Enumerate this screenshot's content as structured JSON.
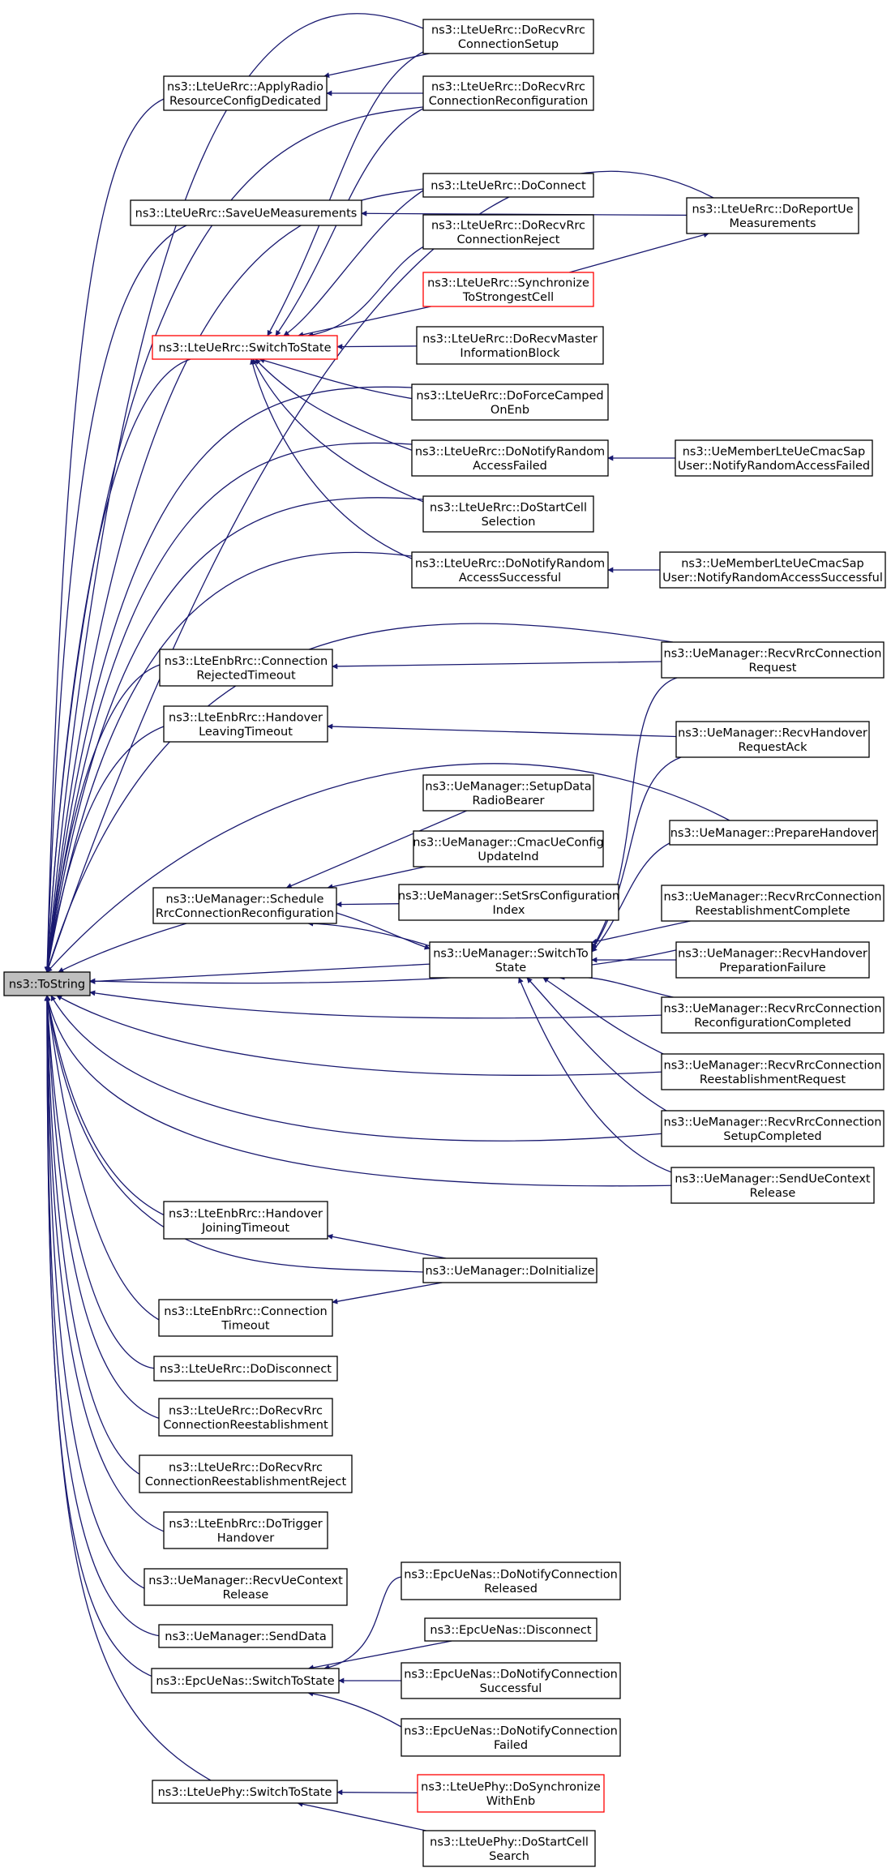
{
  "colors": {
    "edge": "#191970",
    "node_border": "#000000",
    "highlight_border": "#ff0000",
    "root_fill": "#bfbfbf",
    "node_fill": "#ffffff",
    "background": "#ffffff"
  },
  "nodes": [
    {
      "id": "tostring",
      "lines": [
        "ns3::ToString"
      ],
      "root": true
    },
    {
      "id": "setup",
      "lines": [
        "ns3::LteUeRrc::DoRecvRrc",
        "ConnectionSetup"
      ]
    },
    {
      "id": "applyradio",
      "lines": [
        "ns3::LteUeRrc::ApplyRadio",
        "ResourceConfigDedicated"
      ]
    },
    {
      "id": "reconfig",
      "lines": [
        "ns3::LteUeRrc::DoRecvRrc",
        "ConnectionReconfiguration"
      ]
    },
    {
      "id": "saveue",
      "lines": [
        "ns3::LteUeRrc::SaveUeMeasurements"
      ]
    },
    {
      "id": "doconnect",
      "lines": [
        "ns3::LteUeRrc::DoConnect"
      ]
    },
    {
      "id": "reportue",
      "lines": [
        "ns3::LteUeRrc::DoReportUe",
        "Measurements"
      ]
    },
    {
      "id": "reject",
      "lines": [
        "ns3::LteUeRrc::DoRecvRrc",
        "ConnectionReject"
      ]
    },
    {
      "id": "synchronize",
      "lines": [
        "ns3::LteUeRrc::Synchronize",
        "ToStrongestCell"
      ],
      "highlight": true
    },
    {
      "id": "ueswitch",
      "lines": [
        "ns3::LteUeRrc::SwitchToState"
      ],
      "highlight": true
    },
    {
      "id": "mib",
      "lines": [
        "ns3::LteUeRrc::DoRecvMaster",
        "InformationBlock"
      ]
    },
    {
      "id": "forcecamped",
      "lines": [
        "ns3::LteUeRrc::DoForceCamped",
        "OnEnb"
      ]
    },
    {
      "id": "rafailed",
      "lines": [
        "ns3::LteUeRrc::DoNotifyRandom",
        "AccessFailed"
      ]
    },
    {
      "id": "cmacfailed",
      "lines": [
        "ns3::UeMemberLteUeCmacSap",
        "User::NotifyRandomAccessFailed"
      ]
    },
    {
      "id": "startcell",
      "lines": [
        "ns3::LteUeRrc::DoStartCell",
        "Selection"
      ]
    },
    {
      "id": "rasuccess",
      "lines": [
        "ns3::LteUeRrc::DoNotifyRandom",
        "AccessSuccessful"
      ]
    },
    {
      "id": "cmacsuccess",
      "lines": [
        "ns3::UeMemberLteUeCmacSap",
        "User::NotifyRandomAccessSuccessful"
      ]
    },
    {
      "id": "rejtimeout",
      "lines": [
        "ns3::LteEnbRrc::Connection",
        "RejectedTimeout"
      ]
    },
    {
      "id": "recvrrcreq",
      "lines": [
        "ns3::UeManager::RecvRrcConnection",
        "Request"
      ]
    },
    {
      "id": "leavingtimeout",
      "lines": [
        "ns3::LteEnbRrc::Handover",
        "LeavingTimeout"
      ]
    },
    {
      "id": "hoack",
      "lines": [
        "ns3::UeManager::RecvHandover",
        "RequestAck"
      ]
    },
    {
      "id": "setupdrb",
      "lines": [
        "ns3::UeManager::SetupData",
        "RadioBearer"
      ]
    },
    {
      "id": "preparehandover",
      "lines": [
        "ns3::UeManager::PrepareHandover"
      ]
    },
    {
      "id": "cmacconfig",
      "lines": [
        "ns3::UeManager::CmacUeConfig",
        "UpdateInd"
      ]
    },
    {
      "id": "schedule",
      "lines": [
        "ns3::UeManager::Schedule",
        "RrcConnectionReconfiguration"
      ]
    },
    {
      "id": "setsrs",
      "lines": [
        "ns3::UeManager::SetSrsConfiguration",
        "Index"
      ]
    },
    {
      "id": "reestcomplete",
      "lines": [
        "ns3::UeManager::RecvRrcConnection",
        "ReestablishmentComplete"
      ]
    },
    {
      "id": "umswitch",
      "lines": [
        "ns3::UeManager::SwitchTo",
        "State"
      ]
    },
    {
      "id": "prepfailure",
      "lines": [
        "ns3::UeManager::RecvHandover",
        "PreparationFailure"
      ]
    },
    {
      "id": "reconfcompleted",
      "lines": [
        "ns3::UeManager::RecvRrcConnection",
        "ReconfigurationCompleted"
      ]
    },
    {
      "id": "reestrequest",
      "lines": [
        "ns3::UeManager::RecvRrcConnection",
        "ReestablishmentRequest"
      ]
    },
    {
      "id": "setupcompleted",
      "lines": [
        "ns3::UeManager::RecvRrcConnection",
        "SetupCompleted"
      ]
    },
    {
      "id": "sendctxrelease",
      "lines": [
        "ns3::UeManager::SendUeContext",
        "Release"
      ]
    },
    {
      "id": "joiningtimeout",
      "lines": [
        "ns3::LteEnbRrc::Handover",
        "JoiningTimeout"
      ]
    },
    {
      "id": "doinitialize",
      "lines": [
        "ns3::UeManager::DoInitialize"
      ]
    },
    {
      "id": "conntimeout",
      "lines": [
        "ns3::LteEnbRrc::Connection",
        "Timeout"
      ]
    },
    {
      "id": "dodisconnect",
      "lines": [
        "ns3::LteUeRrc::DoDisconnect"
      ]
    },
    {
      "id": "reestablishment",
      "lines": [
        "ns3::LteUeRrc::DoRecvRrc",
        "ConnectionReestablishment"
      ]
    },
    {
      "id": "reestreject",
      "lines": [
        "ns3::LteUeRrc::DoRecvRrc",
        "ConnectionReestablishmentReject"
      ]
    },
    {
      "id": "dotrigger",
      "lines": [
        "ns3::LteEnbRrc::DoTrigger",
        "Handover"
      ]
    },
    {
      "id": "recvctxrelease",
      "lines": [
        "ns3::UeManager::RecvUeContext",
        "Release"
      ]
    },
    {
      "id": "senddata",
      "lines": [
        "ns3::UeManager::SendData"
      ]
    },
    {
      "id": "nasreleased",
      "lines": [
        "ns3::EpcUeNas::DoNotifyConnection",
        "Released"
      ]
    },
    {
      "id": "nasdisconnect",
      "lines": [
        "ns3::EpcUeNas::Disconnect"
      ]
    },
    {
      "id": "nasswitch",
      "lines": [
        "ns3::EpcUeNas::SwitchToState"
      ]
    },
    {
      "id": "nassuccessful",
      "lines": [
        "ns3::EpcUeNas::DoNotifyConnection",
        "Successful"
      ]
    },
    {
      "id": "nasfailed",
      "lines": [
        "ns3::EpcUeNas::DoNotifyConnection",
        "Failed"
      ]
    },
    {
      "id": "physwitch",
      "lines": [
        "ns3::LteUePhy::SwitchToState"
      ]
    },
    {
      "id": "physync",
      "lines": [
        "ns3::LteUePhy::DoSynchronize",
        "WithEnb"
      ],
      "highlight": true
    },
    {
      "id": "phystartcell",
      "lines": [
        "ns3::LteUePhy::DoStartCell",
        "Search"
      ]
    }
  ],
  "edges": [
    [
      "setup",
      "tostring"
    ],
    [
      "applyradio",
      "tostring"
    ],
    [
      "reconfig",
      "tostring"
    ],
    [
      "saveue",
      "tostring"
    ],
    [
      "doconnect",
      "tostring"
    ],
    [
      "reportue",
      "tostring"
    ],
    [
      "ueswitch",
      "tostring"
    ],
    [
      "forcecamped",
      "tostring"
    ],
    [
      "rafailed",
      "tostring"
    ],
    [
      "startcell",
      "tostring"
    ],
    [
      "rasuccess",
      "tostring"
    ],
    [
      "rejtimeout",
      "tostring"
    ],
    [
      "recvrrcreq",
      "tostring"
    ],
    [
      "leavingtimeout",
      "tostring"
    ],
    [
      "preparehandover",
      "tostring"
    ],
    [
      "schedule",
      "tostring"
    ],
    [
      "umswitch",
      "tostring"
    ],
    [
      "prepfailure",
      "tostring"
    ],
    [
      "reconfcompleted",
      "tostring"
    ],
    [
      "reestrequest",
      "tostring"
    ],
    [
      "setupcompleted",
      "tostring"
    ],
    [
      "sendctxrelease",
      "tostring"
    ],
    [
      "joiningtimeout",
      "tostring"
    ],
    [
      "doinitialize",
      "tostring"
    ],
    [
      "conntimeout",
      "tostring"
    ],
    [
      "dodisconnect",
      "tostring"
    ],
    [
      "reestablishment",
      "tostring"
    ],
    [
      "reestreject",
      "tostring"
    ],
    [
      "dotrigger",
      "tostring"
    ],
    [
      "recvctxrelease",
      "tostring"
    ],
    [
      "senddata",
      "tostring"
    ],
    [
      "nasswitch",
      "tostring"
    ],
    [
      "physwitch",
      "tostring"
    ],
    [
      "setup",
      "applyradio"
    ],
    [
      "reconfig",
      "applyradio"
    ],
    [
      "reportue",
      "saveue"
    ],
    [
      "synchronize",
      "reportue"
    ],
    [
      "setup",
      "ueswitch"
    ],
    [
      "reconfig",
      "ueswitch"
    ],
    [
      "doconnect",
      "ueswitch"
    ],
    [
      "reject",
      "ueswitch"
    ],
    [
      "synchronize",
      "ueswitch"
    ],
    [
      "mib",
      "ueswitch"
    ],
    [
      "forcecamped",
      "ueswitch"
    ],
    [
      "rafailed",
      "ueswitch"
    ],
    [
      "startcell",
      "ueswitch"
    ],
    [
      "rasuccess",
      "ueswitch"
    ],
    [
      "cmacfailed",
      "rafailed"
    ],
    [
      "cmacsuccess",
      "rasuccess"
    ],
    [
      "recvrrcreq",
      "rejtimeout"
    ],
    [
      "hoack",
      "leavingtimeout"
    ],
    [
      "setupdrb",
      "schedule"
    ],
    [
      "cmacconfig",
      "schedule"
    ],
    [
      "setsrs",
      "schedule"
    ],
    [
      "umswitch",
      "schedule"
    ],
    [
      "schedule",
      "umswitch"
    ],
    [
      "recvrrcreq",
      "umswitch"
    ],
    [
      "hoack",
      "umswitch"
    ],
    [
      "preparehandover",
      "umswitch"
    ],
    [
      "reestcomplete",
      "umswitch"
    ],
    [
      "prepfailure",
      "umswitch"
    ],
    [
      "reconfcompleted",
      "umswitch"
    ],
    [
      "reestrequest",
      "umswitch"
    ],
    [
      "setupcompleted",
      "umswitch"
    ],
    [
      "sendctxrelease",
      "umswitch"
    ],
    [
      "doinitialize",
      "joiningtimeout"
    ],
    [
      "doinitialize",
      "conntimeout"
    ],
    [
      "nasreleased",
      "nasswitch"
    ],
    [
      "nasdisconnect",
      "nasswitch"
    ],
    [
      "nassuccessful",
      "nasswitch"
    ],
    [
      "nasfailed",
      "nasswitch"
    ],
    [
      "physync",
      "physwitch"
    ],
    [
      "phystartcell",
      "physwitch"
    ]
  ]
}
